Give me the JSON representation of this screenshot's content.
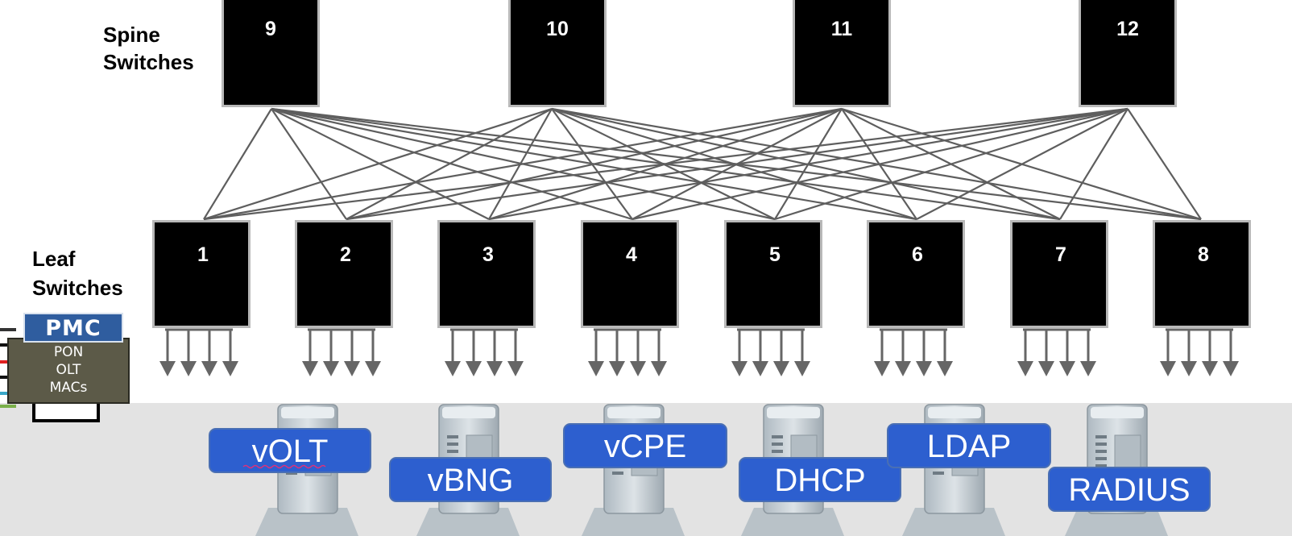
{
  "labels": {
    "spine": [
      "Spine",
      "Switches"
    ],
    "leaf": [
      "Leaf",
      "Switches"
    ]
  },
  "spine_switches": [
    "9",
    "10",
    "11",
    "12"
  ],
  "leaf_switches": [
    "1",
    "2",
    "3",
    "4",
    "5",
    "6",
    "7",
    "8"
  ],
  "olt": {
    "logo": "PMC",
    "lines": [
      "PON",
      "OLT",
      "MACs"
    ]
  },
  "services": [
    "vOLT",
    "vBNG",
    "vCPE",
    "DHCP",
    "LDAP",
    "RADIUS"
  ],
  "colors": {
    "switch_fill": "#000000",
    "link_stroke": "#5e5e5e",
    "arrow": "#666666",
    "floor": "#e3e3e3",
    "service_label": "#2d5fcf",
    "service_border": "#4a6fb3",
    "olt_box": "#5c5a48",
    "pmc_logo": "#2f5d9f",
    "server_body": "#c9d2d8"
  }
}
